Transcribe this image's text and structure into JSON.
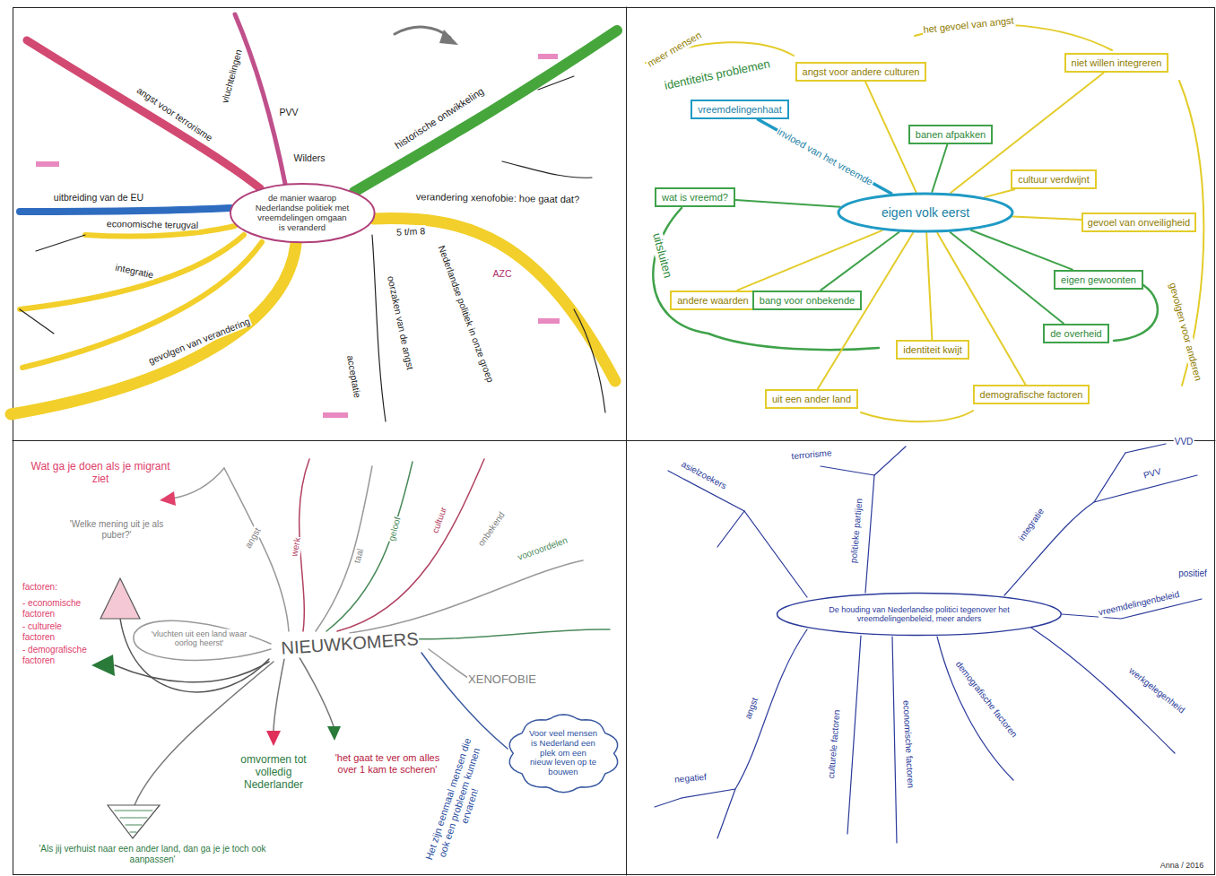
{
  "diagram": {
    "nodes": [
      {
        "text": [
          "de manier waarop Nederlandse politiek met vreemdelingen omgaan is veranderd"
        ]
      },
      {
        "text": [
          "eigen volk eerst"
        ]
      },
      {
        "text": [
          "vreemdelingenhaat"
        ]
      },
      {
        "text": [
          "angst voor andere culturen"
        ]
      },
      {
        "text": [
          "niet willen integreren"
        ]
      },
      {
        "text": [
          "wat is vreemd?"
        ]
      },
      {
        "text": [
          "banen afpakken"
        ]
      },
      {
        "text": [
          "cultuur verdwijnt"
        ]
      },
      {
        "text": [
          "gevoel van onveiligheid"
        ]
      },
      {
        "text": [
          "andere waarden"
        ]
      },
      {
        "text": [
          "bang voor onbekende"
        ]
      },
      {
        "text": [
          "identiteit kwijt"
        ]
      },
      {
        "text": [
          "eigen gewoonten"
        ]
      },
      {
        "text": [
          "de overheid"
        ]
      },
      {
        "text": [
          "uit een ander land"
        ]
      },
      {
        "text": [
          "demografische factoren"
        ]
      },
      {
        "text": [
          "Voor veel mensen is Nederland een plek om een nieuw leven op te bouwen"
        ]
      },
      {
        "text": [
          "De houding van Nederlandse politici tegenover het vreemdelingenbeleid, meer anders"
        ]
      }
    ],
    "edges": [
      {
        "from": 1,
        "to": 2,
        "arrow": "none",
        "label": "invloed van het vreemde"
      },
      {
        "from": 1,
        "to": 3,
        "arrow": "none"
      },
      {
        "from": 1,
        "to": 4,
        "arrow": "none"
      },
      {
        "from": 1,
        "to": 5,
        "arrow": "none"
      },
      {
        "from": 1,
        "to": 6,
        "arrow": "none"
      },
      {
        "from": 1,
        "to": 7,
        "arrow": "none"
      },
      {
        "from": 1,
        "to": 8,
        "arrow": "none"
      },
      {
        "from": 1,
        "to": 9,
        "arrow": "none"
      },
      {
        "from": 1,
        "to": 10,
        "arrow": "none"
      },
      {
        "from": 1,
        "to": 11,
        "arrow": "none"
      },
      {
        "from": 1,
        "to": 12,
        "arrow": "none"
      },
      {
        "from": 1,
        "to": 13,
        "arrow": "none"
      },
      {
        "from": 1,
        "to": 14,
        "arrow": "none"
      },
      {
        "from": 1,
        "to": 15,
        "arrow": "none"
      }
    ],
    "labels": [
      "historische ontwikkeling",
      "verandering xenofobie: hoe gaat dat?",
      "5 t/m 8",
      "oorzaken van de angst",
      "Nederlandse politiek in onze groep",
      "acceptatie",
      "AZC",
      "vluchtelingen",
      "PVV",
      "Wilders",
      "uitbreiding van de EU",
      "angst voor terrorisme",
      "economische terugval",
      "integratie",
      "gevolgen van verandering",
      "identiteits problemen",
      "uitsluiten",
      "meer mensen",
      "het gevoel van angst",
      "gevolgen voor anderen",
      "Wat ga je doen als je migrant ziet",
      "'Welke mening uit je als puber?'",
      "factoren:",
      "- economische factoren",
      "- culturele factoren",
      "- demografische factoren",
      "'vluchten uit een land waar oorlog heerst'",
      "NIEUWKOMERS",
      "XENOFOBIE",
      "omvormen tot volledig Nederlander",
      "'het gaat te ver om alles over 1 kam te scheren'",
      "'Als jij verhuist naar een ander land, dan ga je je toch ook aanpassen'",
      "Het zijn eenmaal mensen die ook een probleem kunnen ervaren!",
      "angst",
      "werk",
      "taal",
      "geloof",
      "cultuur",
      "onbekend",
      "vooroordelen",
      "asielzoekers",
      "terrorisme",
      "politieke partijen",
      "integratie",
      "PVV",
      "VVD",
      "vreemdelingenbeleid",
      "negatief",
      "angst",
      "culturele factoren",
      "economische factoren",
      "demografische factoren",
      "werkgelegenheid",
      "positief",
      "Anna / 2016"
    ]
  }
}
